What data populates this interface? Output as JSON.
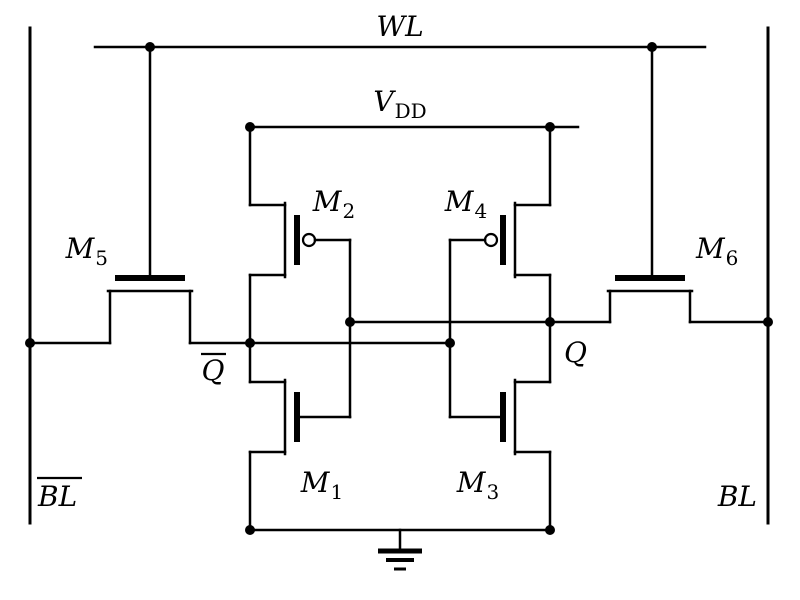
{
  "diagram": {
    "type": "circuit-schematic",
    "description": "Six-transistor (6T) SRAM cell schematic",
    "colors": {
      "wire": "#000000",
      "background": "#ffffff"
    },
    "labels": {
      "word_line": "WL",
      "vdd_base": "V",
      "vdd_sub": "DD",
      "q": "Q",
      "q_bar": "Q",
      "bit_line": "BL",
      "bit_line_bar": "BL"
    },
    "transistors": [
      {
        "id": "M1",
        "base": "M",
        "sub": "1",
        "kind": "nmos-driver"
      },
      {
        "id": "M2",
        "base": "M",
        "sub": "2",
        "kind": "pmos-load"
      },
      {
        "id": "M3",
        "base": "M",
        "sub": "3",
        "kind": "nmos-driver"
      },
      {
        "id": "M4",
        "base": "M",
        "sub": "4",
        "kind": "pmos-load"
      },
      {
        "id": "M5",
        "base": "M",
        "sub": "5",
        "kind": "nmos-access"
      },
      {
        "id": "M6",
        "base": "M",
        "sub": "6",
        "kind": "nmos-access"
      }
    ]
  }
}
